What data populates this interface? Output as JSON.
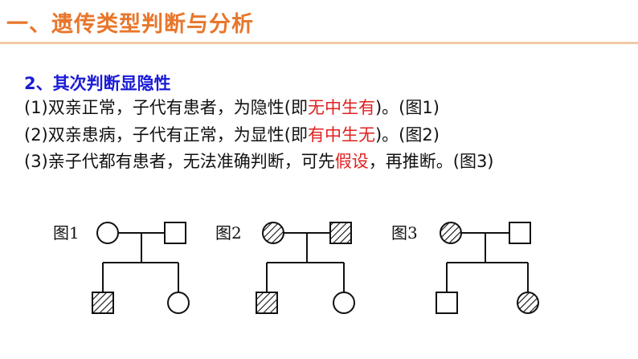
{
  "header": {
    "title": "一、遗传类型判断与分析"
  },
  "section": {
    "heading": "2、其次判断显隐性"
  },
  "rules": [
    {
      "pre": "(1)双亲正常，子代有患者，为隐性(即",
      "highlight": "无中生有",
      "post": ")。(图1)"
    },
    {
      "pre": "(2)双亲患病，子代有正常，为显性(即",
      "highlight": "有中生无",
      "post": ")。(图2)"
    },
    {
      "pre": "(3)亲子代都有患者，无法准确判断，可先",
      "highlight": "假设",
      "post": "，再推断。(图3)"
    }
  ],
  "colors": {
    "title": "#e8762b",
    "heading": "#1b1bd6",
    "highlight": "#e02020"
  },
  "figures": [
    {
      "label": "图1",
      "parents": [
        {
          "shape": "circle",
          "affected": false
        },
        {
          "shape": "square",
          "affected": false
        }
      ],
      "children": [
        {
          "shape": "square",
          "affected": true
        },
        {
          "shape": "circle",
          "affected": false
        }
      ]
    },
    {
      "label": "图2",
      "parents": [
        {
          "shape": "circle",
          "affected": true
        },
        {
          "shape": "square",
          "affected": true
        }
      ],
      "children": [
        {
          "shape": "square",
          "affected": true
        },
        {
          "shape": "circle",
          "affected": false
        }
      ]
    },
    {
      "label": "图3",
      "parents": [
        {
          "shape": "circle",
          "affected": true
        },
        {
          "shape": "square",
          "affected": false
        }
      ],
      "children": [
        {
          "shape": "square",
          "affected": false
        },
        {
          "shape": "circle",
          "affected": true
        }
      ]
    }
  ]
}
